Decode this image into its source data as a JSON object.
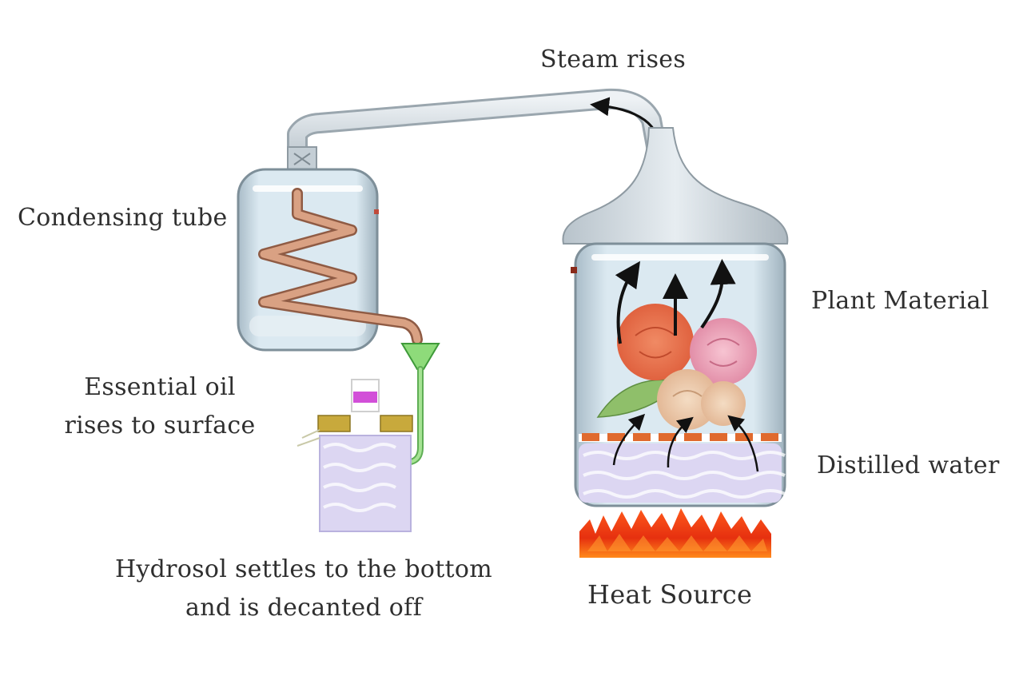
{
  "labels": {
    "steam_rises": "Steam rises",
    "condensing_tube": "Condensing tube",
    "plant_material": "Plant Material",
    "distilled_water": "Distilled water",
    "essential_oil_line1": "Essential oil",
    "essential_oil_line2": "rises to surface",
    "hydrosol_line1": "Hydrosol settles to the bottom",
    "hydrosol_line2": "and is decanted off",
    "heat_source": "Heat Source"
  },
  "colors": {
    "vessel_glass": "#cfe0ea",
    "vessel_outline": "#7e8f99",
    "copper_coil": "#c98a6a",
    "funnel_green": "#7ccc6a",
    "water_lavender": "#d8d4f0",
    "flame_red": "#e23a12",
    "flame_orange": "#ff8a1a",
    "oil_magenta": "#d24fd8",
    "text": "#2f2f2f"
  }
}
